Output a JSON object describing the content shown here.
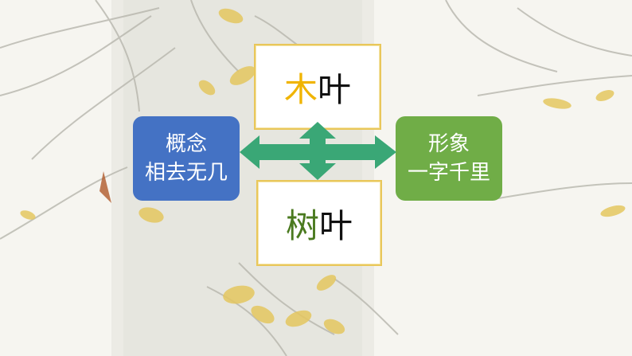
{
  "center_top": {
    "first": "木",
    "second": "叶",
    "first_color": "#f0b400",
    "second_color": "#111111"
  },
  "center_bottom": {
    "first": "树",
    "second": "叶",
    "first_color": "#4a7a1f",
    "second_color": "#111111"
  },
  "left_box": {
    "line1": "概念",
    "line2": "相去无几",
    "color": "#4472c4"
  },
  "right_box": {
    "line1": "形象",
    "line2": "一字千里",
    "color": "#70ad47"
  },
  "arrow_color": "#3aa776"
}
